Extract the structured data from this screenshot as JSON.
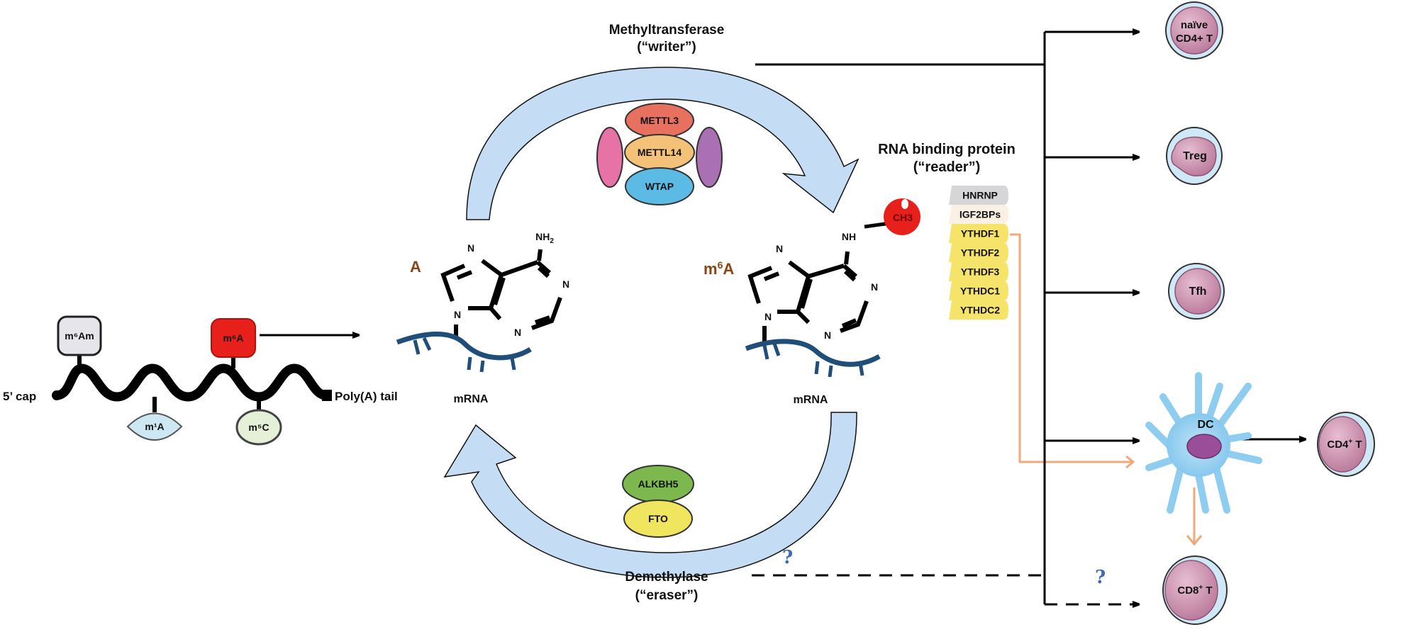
{
  "figure": {
    "colors": {
      "cycle_arrow": "#c4ddf4",
      "mrna_backbone": "#1f4e79",
      "methyl_red": "#e8201c",
      "reader_yellow": "#f6e46a",
      "orange_path": "#f0a878",
      "cell_membrane": "#a9d4f0",
      "cell_nucleus": "#c98aa6",
      "dc_body": "#8fcdf0"
    },
    "mrna_strand": {
      "left_label": "5’ cap",
      "right_label": "Poly(A) tail",
      "modifications": [
        {
          "label": "m6Am",
          "display": "m⁶Am",
          "side": "top",
          "color": "#e6e6ea"
        },
        {
          "label": "m1A",
          "display": "m¹A",
          "side": "bottom",
          "color": "#cde8f3"
        },
        {
          "label": "m6A",
          "display": "m⁶A",
          "side": "top",
          "color": "#e8201c"
        },
        {
          "label": "m5C",
          "display": "m⁵C",
          "side": "bottom",
          "color": "#e4f0d8"
        }
      ]
    },
    "writer": {
      "title": "Methyltransferase",
      "subtitle": "(“writer”)",
      "proteins": [
        {
          "label": "METTL3",
          "color": "#e8705e"
        },
        {
          "label": "METTL14",
          "color": "#f4c178"
        },
        {
          "label": "WTAP",
          "color": "#5bbbe4"
        }
      ],
      "side_proteins": [
        {
          "name": "pink-subunit",
          "color": "#e772a6"
        },
        {
          "name": "purple-subunit",
          "color": "#a970b3"
        }
      ]
    },
    "eraser": {
      "title": "Demethylase",
      "subtitle": "(“eraser”)",
      "proteins": [
        {
          "label": "ALKBH5",
          "color": "#7cb84e"
        },
        {
          "label": "FTO",
          "color": "#efe55e"
        }
      ]
    },
    "reader": {
      "title": "RNA binding protein",
      "subtitle": "(“reader”)",
      "proteins": [
        {
          "label": "HNRNP",
          "color": "#d6d6d8"
        },
        {
          "label": "IGF2BPs",
          "color": "#faf0e4"
        },
        {
          "label": "YTHDF1",
          "color": "#f6e46a"
        },
        {
          "label": "YTHDF2",
          "color": "#f6e46a"
        },
        {
          "label": "YTHDF3",
          "color": "#f6e46a"
        },
        {
          "label": "YTHDC1",
          "color": "#f6e46a"
        },
        {
          "label": "YTHDC2",
          "color": "#f6e46a"
        }
      ]
    },
    "adenosine": {
      "label": "A",
      "atoms": [
        "N",
        "N",
        "N",
        "N",
        "NH2"
      ],
      "nh2_main": "NH",
      "nh2_sub": "2",
      "rna_label": "mRNA"
    },
    "m6a": {
      "label_prefix": "m",
      "label_sup": "6",
      "label_suffix": "A",
      "atoms": [
        "N",
        "N",
        "N",
        "N"
      ],
      "nh": "NH",
      "methyl": "CH3",
      "rna_label": "mRNA"
    },
    "cells": [
      {
        "id": "naive-cd4",
        "line1": "naïve",
        "line2": "CD4+ T"
      },
      {
        "id": "treg",
        "line1": "Treg"
      },
      {
        "id": "tfh",
        "line1": "Tfh"
      },
      {
        "id": "dc",
        "line1": "DC"
      },
      {
        "id": "cd4",
        "main": "CD4",
        "sup": "+",
        "tail": " T"
      },
      {
        "id": "cd8",
        "main": "CD8",
        "sup": "+",
        "tail": " T"
      }
    ],
    "unknown_marks": [
      "?",
      "?"
    ]
  }
}
